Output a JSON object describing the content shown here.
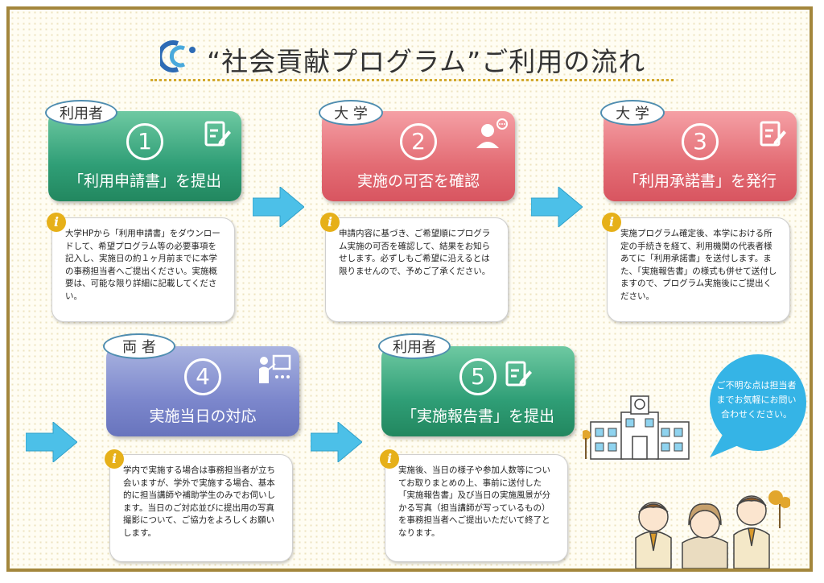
{
  "title": "“社会貢献プログラム”ご利用の流れ",
  "steps": [
    {
      "number": "1",
      "role": "利用者",
      "label": "「利用申請書」を提出",
      "info": "大学HPから「利用申請書」をダウンロードして、希望プログラム等の必要事項を記入し、実施日の約１ヶ月前までに本学の事務担当者へご提出ください。実施概要は、可能な限り詳細に記載してください。"
    },
    {
      "number": "2",
      "role": "大 学",
      "label": "実施の可否を確認",
      "info": "申請内容に基づき、ご希望順にプログラム実施の可否を確認して、結果をお知らせします。必ずしもご希望に沿えるとは限りませんので、予めご了承ください。"
    },
    {
      "number": "3",
      "role": "大 学",
      "label": "「利用承諾書」を発行",
      "info": "実施プログラム確定後、本学における所定の手続きを経て、利用機関の代表者様あてに「利用承諾書」を送付します。また、「実施報告書」の様式も併せて送付しますので、プログラム実施後にご提出ください。"
    },
    {
      "number": "4",
      "role": "両 者",
      "label": "実施当日の対応",
      "info": "学内で実施する場合は事務担当者が立ち会いますが、学外で実施する場合、基本的に担当講師や補助学生のみでお伺いします。当日のご対応並びに提出用の写真撮影について、ご協力をよろしくお願いします。"
    },
    {
      "number": "5",
      "role": "利用者",
      "label": "「実施報告書」を提出",
      "info": "実施後、当日の様子や参加人数等についてお取りまとめの上、事前に送付した「実施報告書」及び当日の実施風景が分かる写真（担当講師が写っているもの）を事務担当者へご提出いただいて終了となります。"
    }
  ],
  "bubble": "ご不明な点は担当者までお気軽にお問い合わせください。",
  "colors": {
    "green": "#2f9e76",
    "red": "#e36c74",
    "blue": "#7c87cc",
    "arrow": "#4cc0e8",
    "info_icon": "#e6b019",
    "frame": "#a3863c"
  }
}
